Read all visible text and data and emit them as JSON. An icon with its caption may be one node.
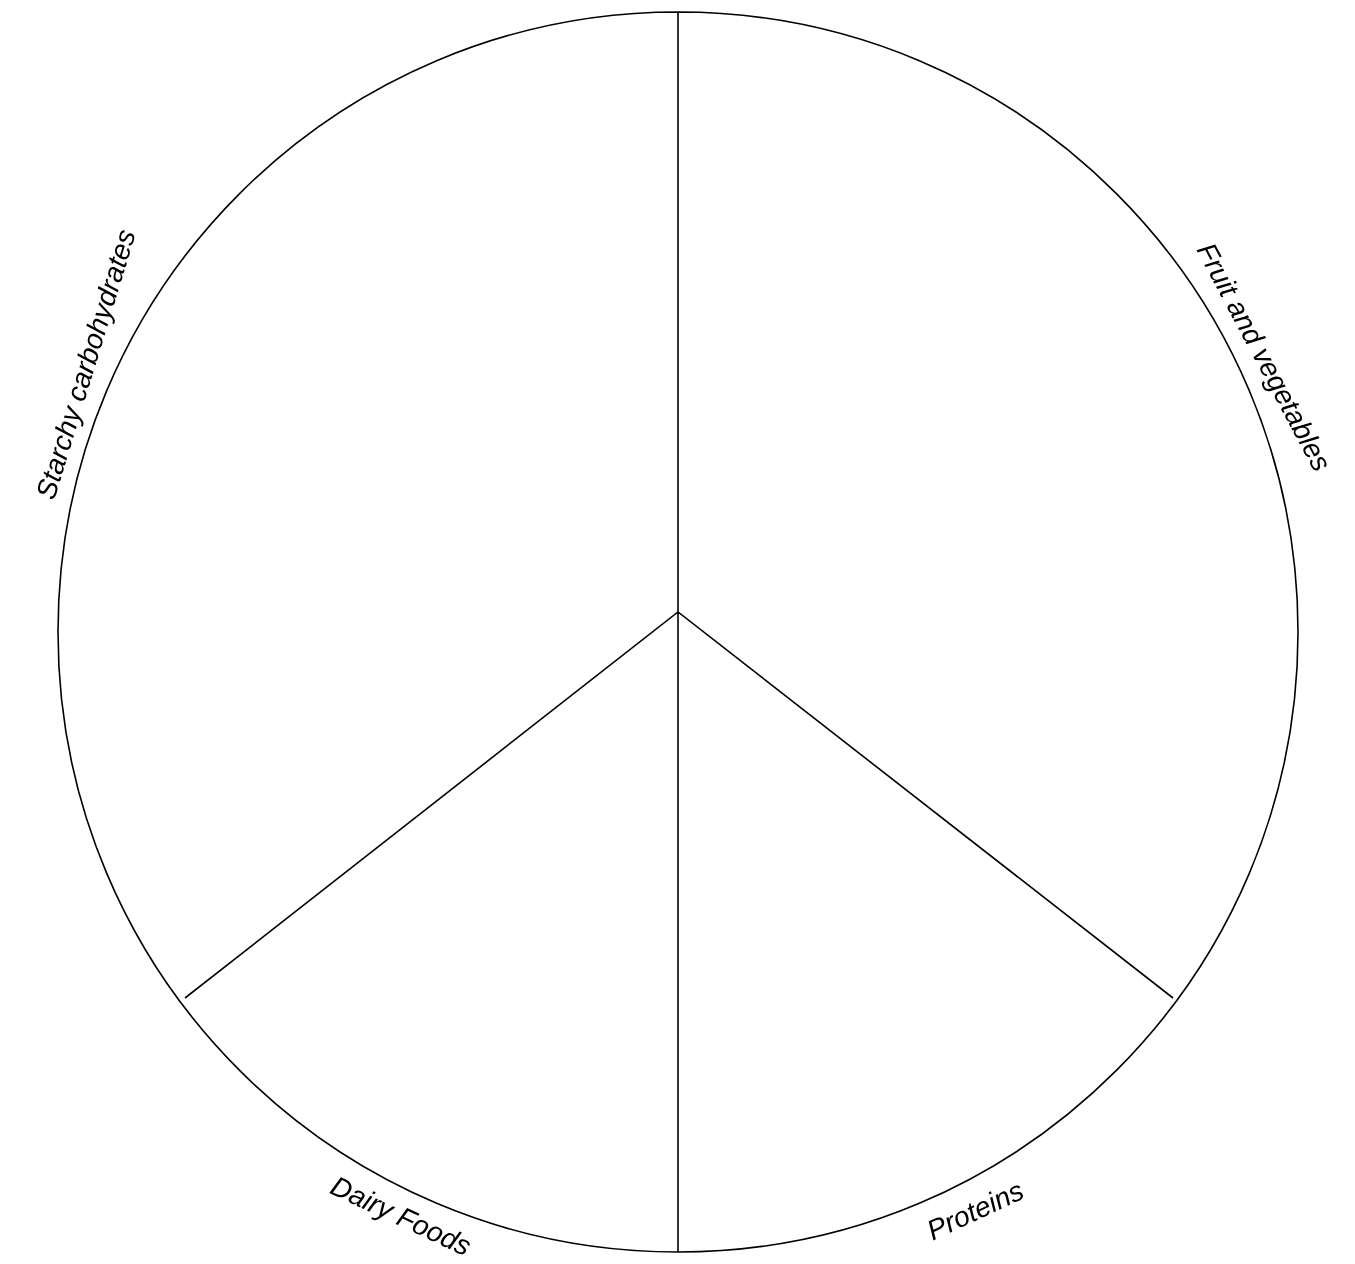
{
  "diagram": {
    "labels": [
      "Starchy carbohydrates",
      "Fruit and vegetables",
      "Dairy Foods",
      "Proteins"
    ]
  }
}
